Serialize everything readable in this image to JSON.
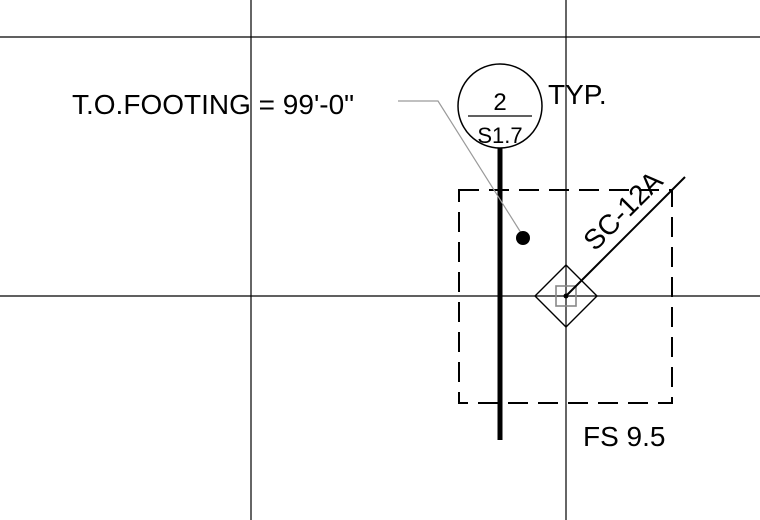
{
  "drawing": {
    "footing_elevation_note": "T.O.FOOTING = 99'-0\"",
    "typical_note": "TYP.",
    "section_marker": {
      "number": "2",
      "sheet": "S1.7"
    },
    "column_tag": "SC-12A",
    "footing_tag": "FS 9.5",
    "line_color": "#000000",
    "leader_color": "#9a9a9a"
  }
}
